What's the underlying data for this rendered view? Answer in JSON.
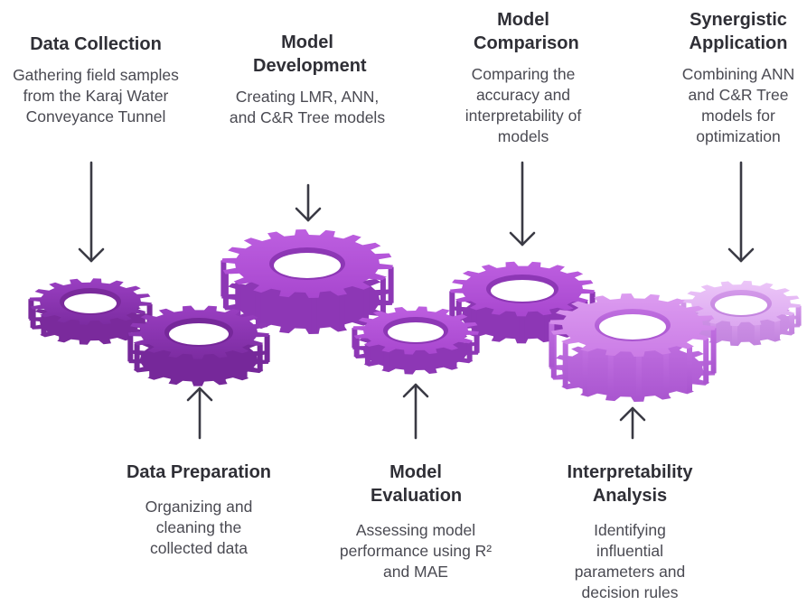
{
  "steps": [
    {
      "title": "Data Collection",
      "desc": "Gathering field samples from the Karaj Water Conveyance Tunnel"
    },
    {
      "title": "Data Preparation",
      "desc": "Organizing and cleaning the collected data"
    },
    {
      "title": "Model Development",
      "desc": "Creating LMR, ANN, and C&R Tree models"
    },
    {
      "title": "Model Evaluation",
      "desc": "Assessing model performance using R² and MAE"
    },
    {
      "title": "Model Comparison",
      "desc": "Comparing the accuracy and interpretability of models"
    },
    {
      "title": "Interpretability Analysis",
      "desc": "Identifying influential parameters and decision rules"
    },
    {
      "title": "Synergistic Application",
      "desc": "Combining ANN and C&R Tree models for optimization"
    }
  ],
  "colors": {
    "gear_primary": "#b04fd6",
    "gear_dark": "#8a34b0",
    "gear_light": "#d590ec",
    "gear_pale": "#e2b4f2",
    "arrow": "#3a3a44",
    "text": "#2f2f36"
  }
}
